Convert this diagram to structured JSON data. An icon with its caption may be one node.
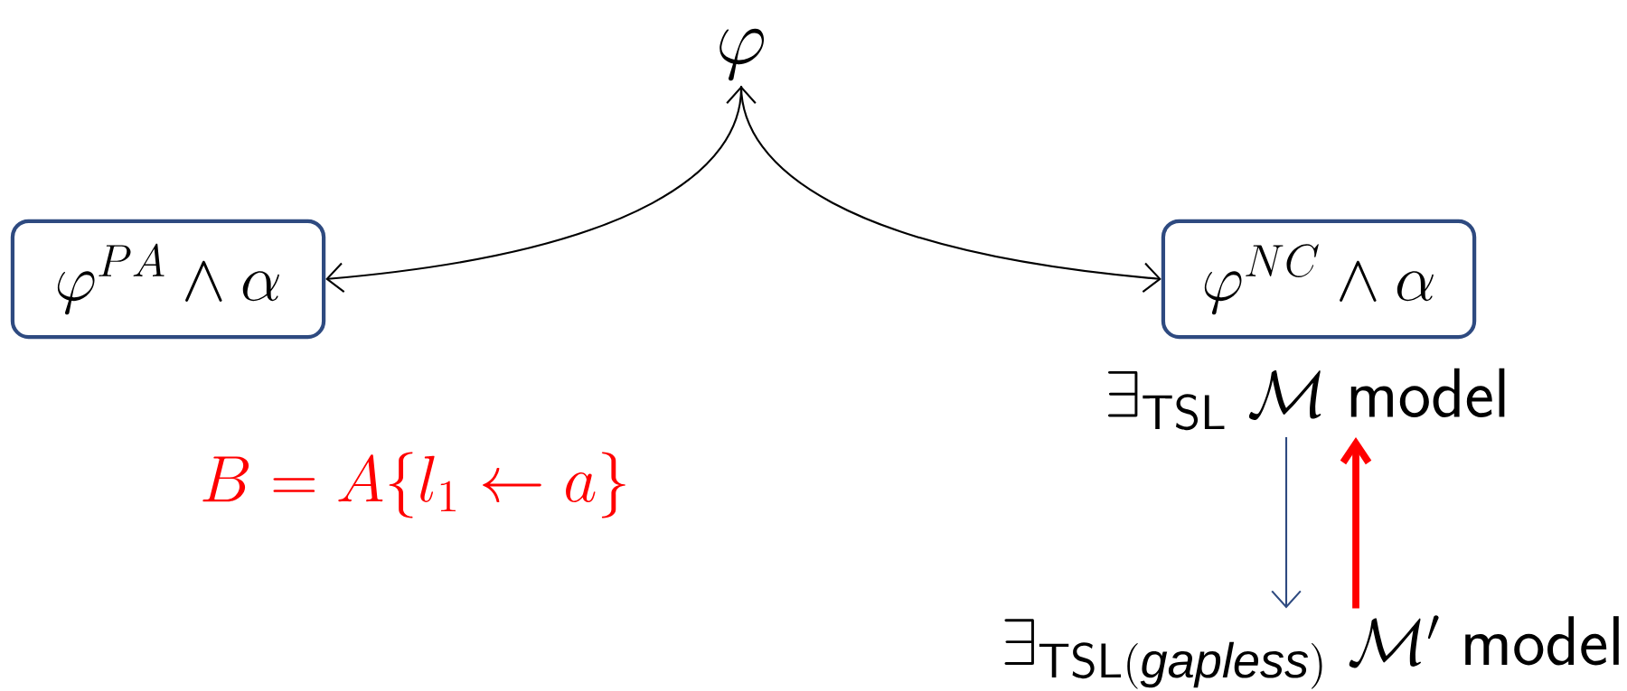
{
  "diagram": {
    "nodes": [
      {
        "text": [
          "\\varphi"
        ]
      },
      {
        "text": [
          "\\varphi^{PA} \\wedge \\alpha"
        ]
      },
      {
        "text": [
          "\\varphi^{NC} \\wedge \\alpha"
        ]
      },
      {
        "text": [
          "\\exists_{\\mathsf{TSL}}\\ \\mathcal{M}\\ \\mathsf{model}"
        ]
      },
      {
        "text": [
          "\\exists_{\\mathsf{TSL}(\\mathit{gapless})}\\ \\mathcal{M}'\\ \\mathsf{model}"
        ]
      }
    ],
    "edges": [
      {
        "from": 0,
        "to": 1,
        "arrow": "both"
      },
      {
        "from": 0,
        "to": 2,
        "arrow": "to"
      },
      {
        "from": 3,
        "to": 4,
        "arrow": "to",
        "color": "#2e4a80"
      },
      {
        "from": 4,
        "to": 3,
        "arrow": "to",
        "style": "thick",
        "color": "#ff0000"
      }
    ],
    "labels": [
      "B = A\\{l_1 \\leftarrow a\\}"
    ]
  }
}
